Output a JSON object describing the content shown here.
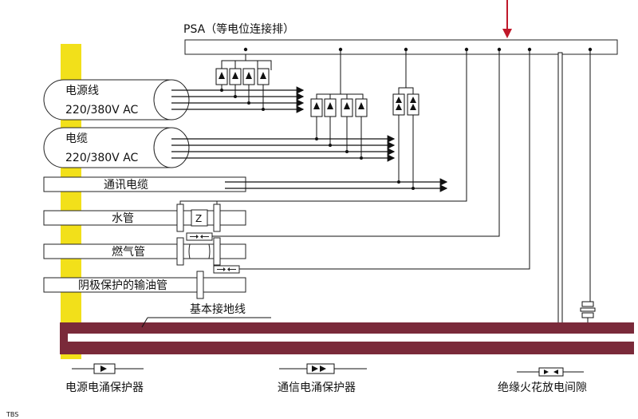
{
  "title": "PSA（等电位连接排）",
  "cables": [
    {
      "name": "电源线",
      "voltage": "220/380V AC"
    },
    {
      "name": "电缆",
      "voltage": "220/380V AC"
    }
  ],
  "pipes": [
    "通讯电缆",
    "水管",
    "燃气管",
    "阴极保护的输油管"
  ],
  "z_label": "Z",
  "ground_label": "基本接地线",
  "legend": [
    "电源电涌保护器",
    "通信电涌保护器",
    "绝缘火花放电间隙"
  ],
  "corner_text": "TBS",
  "colors": {
    "ground_bar": "#7a2a3a",
    "yellow_post": "#f2e01a",
    "arrow": "#c0182a"
  }
}
